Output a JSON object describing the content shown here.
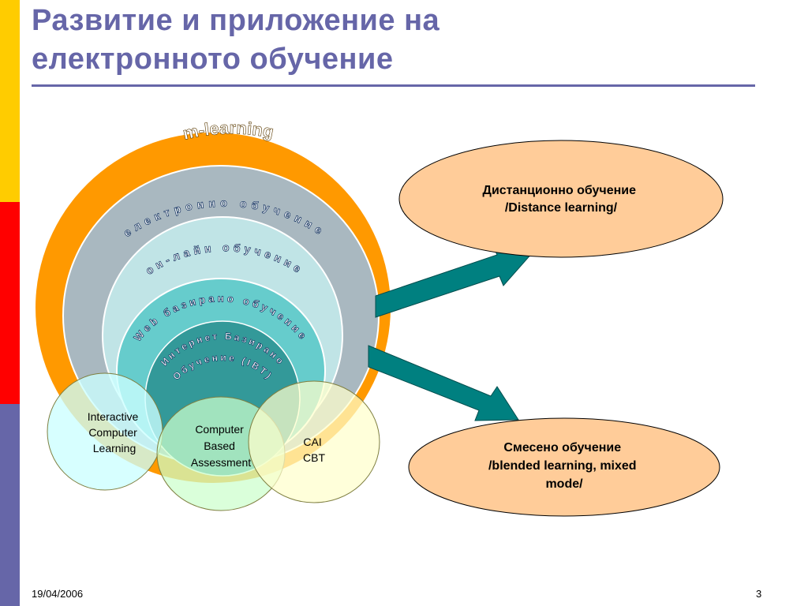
{
  "slide": {
    "title_line1": "Развитие и приложение на",
    "title_line2": "електронното обучение",
    "date": "19/04/2006",
    "page_number": "3"
  },
  "rings": [
    {
      "label": "m-learning",
      "color": "#FF9900"
    },
    {
      "label": "електронно обучение",
      "color": "#A9B8C0"
    },
    {
      "label": "он-лайн обучение",
      "color": "#C0E4E6"
    },
    {
      "label": "Web базирано обучение",
      "color": "#66CCCC"
    },
    {
      "label": "Интернет Базирано",
      "color": "#339999"
    },
    {
      "label": "Обучение (IBT)",
      "color": "#339999"
    }
  ],
  "small_circles": [
    {
      "lines": [
        "Interactive",
        "Computer",
        "Learning"
      ],
      "color": "#CCFFFF"
    },
    {
      "lines": [
        "Computer",
        "Based",
        "Assessment"
      ],
      "color": "#CCFFCC"
    },
    {
      "lines": [
        "CAI",
        "CBT"
      ],
      "color": "#FFFFCC"
    }
  ],
  "ovals": [
    {
      "lines": [
        "Дистанционно обучение",
        "/Distance learning/"
      ],
      "color": "#FFCC99"
    },
    {
      "lines": [
        "Смесено обучение",
        "/blended learning, mixed",
        "mode/"
      ],
      "color": "#FFCC99"
    }
  ],
  "arrow_color": "#008080"
}
